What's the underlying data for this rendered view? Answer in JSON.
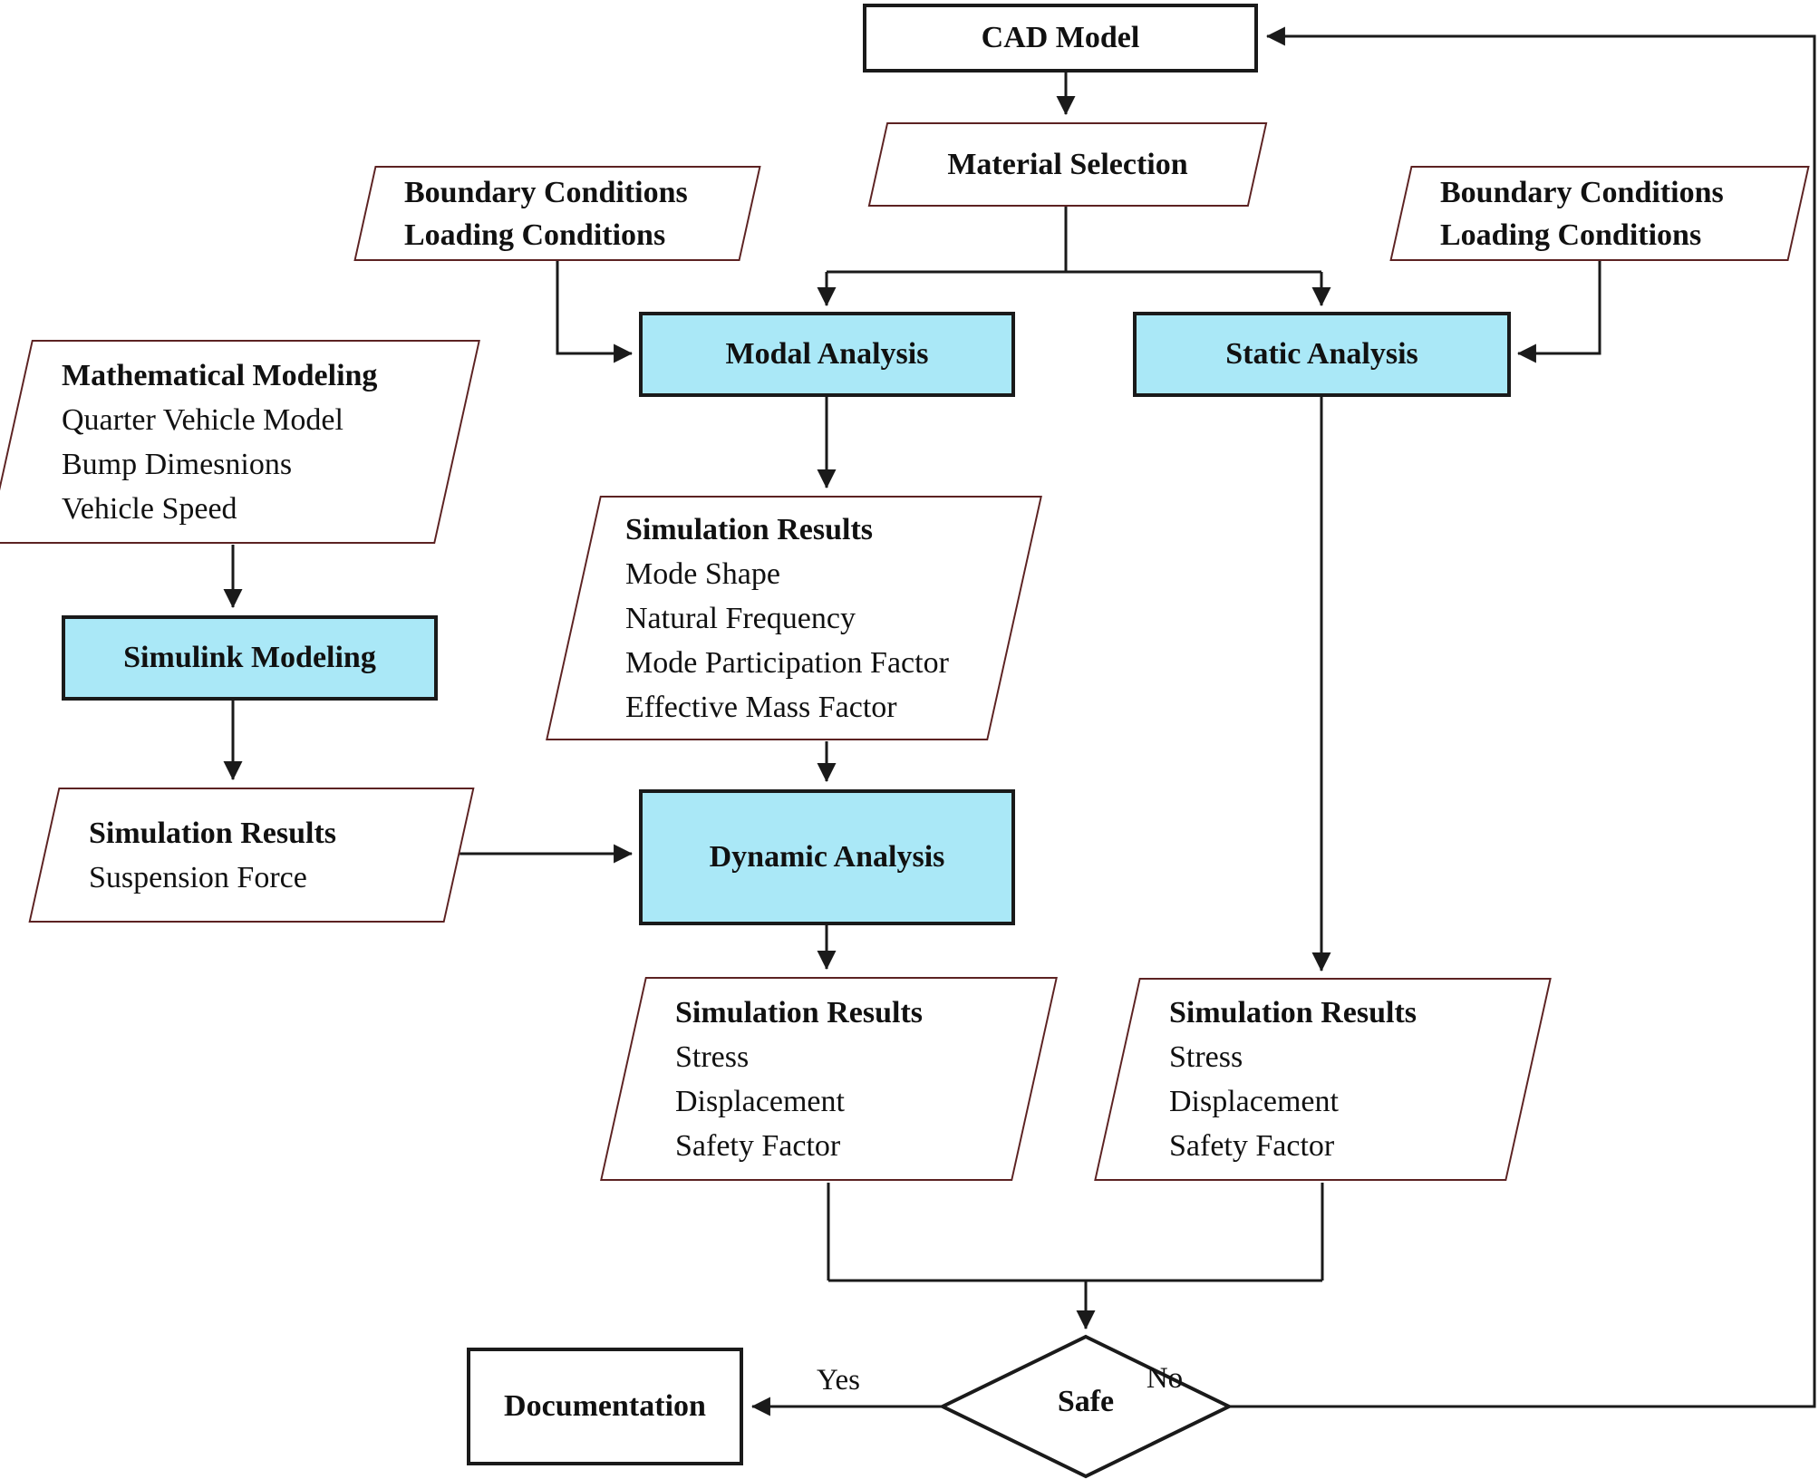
{
  "colors": {
    "process_fill": "#aae8f7",
    "io_border": "#5c2222",
    "line": "#1a1a1a"
  },
  "nodes": {
    "cad_model": {
      "label": "CAD Model"
    },
    "material_selection": {
      "label": "Material Selection"
    },
    "boundary_left": {
      "lines": [
        "Boundary Conditions",
        "Loading Conditions"
      ]
    },
    "boundary_right": {
      "lines": [
        "Boundary Conditions",
        "Loading Conditions"
      ]
    },
    "mathematical_modeling": {
      "title": "Mathematical Modeling",
      "items": [
        "Quarter Vehicle Model",
        "Bump Dimesnions",
        "Vehicle Speed"
      ]
    },
    "simulink_modeling": {
      "label": "Simulink Modeling"
    },
    "simulation_results_suspension": {
      "title": "Simulation Results",
      "items": [
        "Suspension Force"
      ]
    },
    "modal_analysis": {
      "label": "Modal Analysis"
    },
    "static_analysis": {
      "label": "Static Analysis"
    },
    "simulation_results_modal": {
      "title": "Simulation Results",
      "items": [
        "Mode Shape",
        "Natural Frequency",
        "Mode Participation Factor",
        "Effective Mass Factor"
      ]
    },
    "dynamic_analysis": {
      "label": "Dynamic Analysis"
    },
    "simulation_results_dynamic": {
      "title": "Simulation Results",
      "items": [
        "Stress",
        "Displacement",
        "Safety Factor"
      ]
    },
    "simulation_results_static": {
      "title": "Simulation Results",
      "items": [
        "Stress",
        "Displacement",
        "Safety Factor"
      ]
    },
    "safe_decision": {
      "label": "Safe"
    },
    "documentation": {
      "label": "Documentation"
    }
  },
  "edge_labels": {
    "yes": "Yes",
    "no": "No"
  }
}
